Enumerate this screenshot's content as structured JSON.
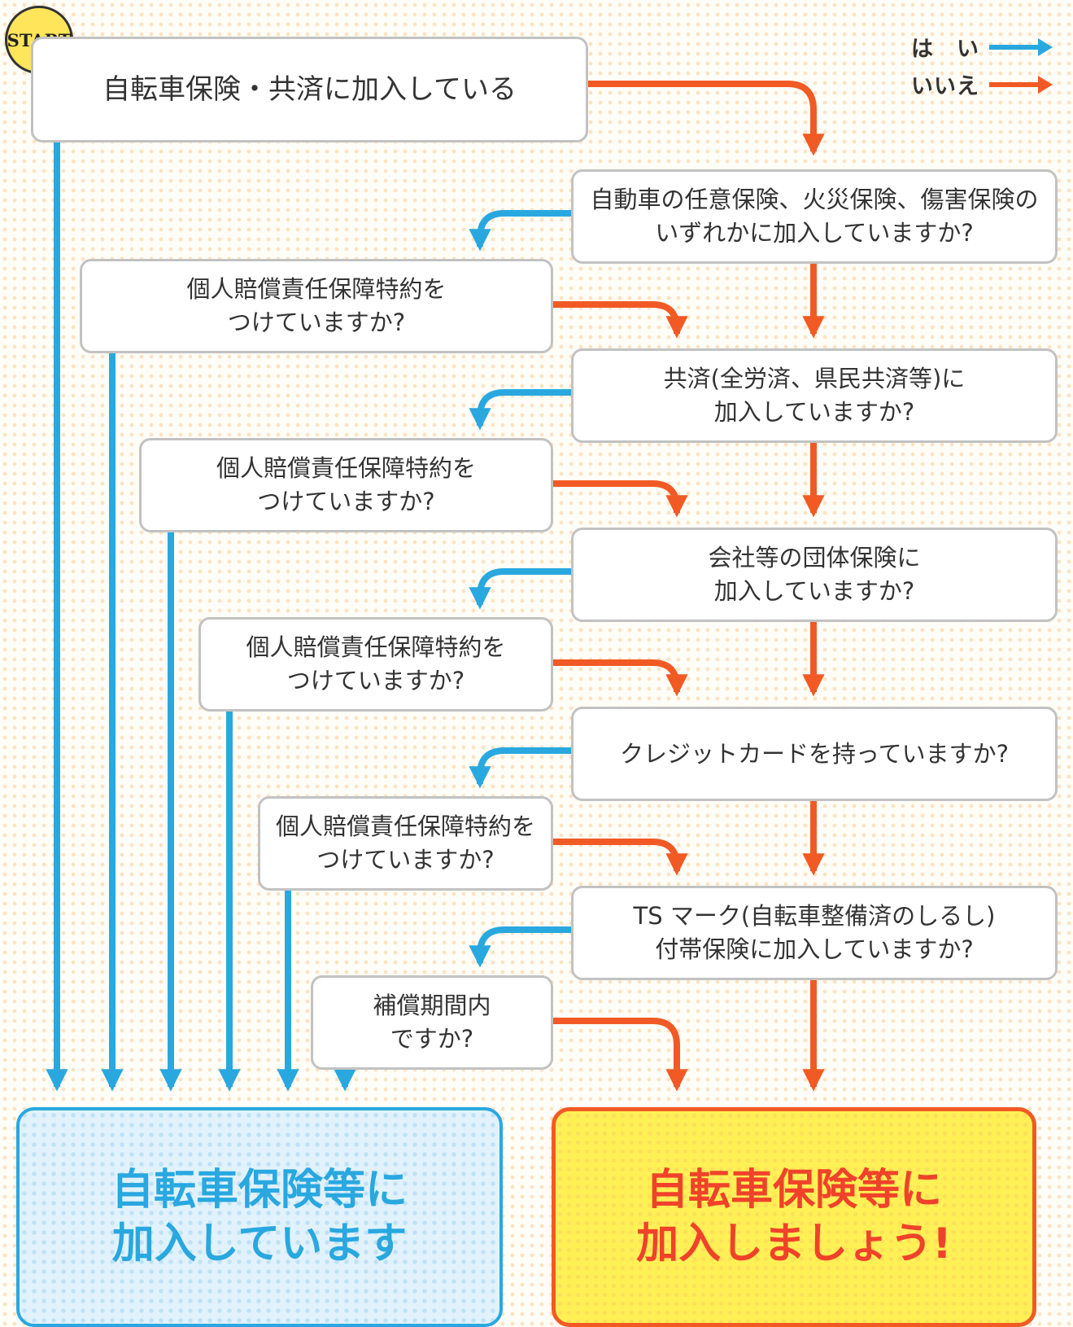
{
  "start_label": "START",
  "legend": {
    "yes": "は　い",
    "no": "いいえ"
  },
  "colors": {
    "yes": "#29a8e0",
    "no": "#f15a24",
    "box_border": "#c2c2c2",
    "start_badge": "#ffe55a"
  },
  "questions": [
    {
      "lines": [
        "自転車保険・共済に加入している"
      ]
    },
    {
      "lines": [
        "自動車の任意保険、火災保険、傷害保険の",
        "いずれかに加入していますか?"
      ]
    },
    {
      "lines": [
        "共済(全労済、県民共済等)に",
        "加入していますか?"
      ]
    },
    {
      "lines": [
        "会社等の団体保険に",
        "加入していますか?"
      ]
    },
    {
      "lines": [
        "クレジットカードを持っていますか?"
      ]
    },
    {
      "lines": [
        "TS マーク(自転車整備済のしるし)",
        "付帯保険に加入していますか?"
      ]
    }
  ],
  "sub_questions": [
    {
      "lines": [
        "個人賠償責任保障特約を",
        "つけていますか?"
      ]
    },
    {
      "lines": [
        "個人賠償責任保障特約を",
        "つけていますか?"
      ]
    },
    {
      "lines": [
        "個人賠償責任保障特約を",
        "つけていますか?"
      ]
    },
    {
      "lines": [
        "個人賠償責任保障特約を",
        "つけていますか?"
      ]
    },
    {
      "lines": [
        "補償期間内",
        "ですか?"
      ]
    }
  ],
  "results": {
    "insured": {
      "lines": [
        "自転車保険等に",
        "加入しています"
      ]
    },
    "not_insured": {
      "lines": [
        "自転車保険等に",
        "加入しましょう!"
      ]
    }
  }
}
